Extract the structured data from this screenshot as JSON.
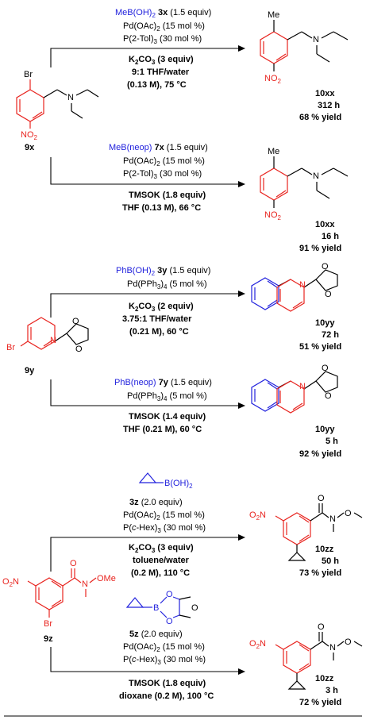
{
  "reactions": [
    {
      "id": "r1",
      "boron": {
        "name": "MeB(OH)",
        "sub": "2",
        "code": "3x",
        "equiv": "(1.5 equiv)"
      },
      "reagents": [
        {
          "pre": "Pd(OAc)",
          "sub": "2",
          "post": " (15 mol %)"
        },
        {
          "pre": "P(2-Tol)",
          "sub": "3",
          "post": " (30 mol %)"
        }
      ],
      "conditions": [
        {
          "pre": "K",
          "sub": "2",
          "mid": "CO",
          "sub2": "3",
          "post": " (3 equiv)"
        },
        {
          "text": "9:1 THF/water"
        },
        {
          "text": "(0.13 M), 75 °C"
        }
      ],
      "product": {
        "code": "10xx",
        "time": "312 h",
        "yield": "68 % yield"
      }
    },
    {
      "id": "r2",
      "boron": {
        "name": "MeB(neop)",
        "code": "7x",
        "equiv": "(1.5 equiv)"
      },
      "reagents": [
        {
          "pre": "Pd(OAc)",
          "sub": "2",
          "post": " (15 mol %)"
        },
        {
          "pre": "P(2-Tol)",
          "sub": "3",
          "post": " (30 mol %)"
        }
      ],
      "conditions": [
        {
          "text": "TMSOK (1.8 equiv)"
        },
        {
          "text": "THF (0.13 M), 66 °C"
        }
      ],
      "product": {
        "code": "10xx",
        "time": "16 h",
        "yield": "91 % yield"
      }
    },
    {
      "id": "r3",
      "boron": {
        "name": "PhB(OH)",
        "sub": "2",
        "code": "3y",
        "equiv": "(1.5 equiv)"
      },
      "reagents": [
        {
          "pre": "Pd(PPh",
          "sub": "3",
          "post": ")",
          "sub2": "4",
          "post2": " (5 mol %)"
        }
      ],
      "conditions": [
        {
          "pre": "K",
          "sub": "2",
          "mid": "CO",
          "sub2": "3",
          "post": " (2 equiv)"
        },
        {
          "text": "3.75:1 THF/water"
        },
        {
          "text": "(0.21 M), 60 °C"
        }
      ],
      "product": {
        "code": "10yy",
        "time": "72 h",
        "yield": "51 % yield"
      }
    },
    {
      "id": "r4",
      "boron": {
        "name": "PhB(neop)",
        "code": "7y",
        "equiv": "(1.5 equiv)"
      },
      "reagents": [
        {
          "pre": "Pd(PPh",
          "sub": "3",
          "post": ")",
          "sub2": "4",
          "post2": " (5 mol %)"
        }
      ],
      "conditions": [
        {
          "text": "TMSOK (1.4 equiv)"
        },
        {
          "text": "THF (0.21 M), 60 °C"
        }
      ],
      "product": {
        "code": "10yy",
        "time": "5 h",
        "yield": "92 % yield"
      }
    },
    {
      "id": "r5",
      "boron": {
        "label": "B(OH)",
        "sub": "2",
        "code": "3z",
        "equiv": "(2.0 equiv)"
      },
      "reagents": [
        {
          "pre": "Pd(OAc)",
          "sub": "2",
          "post": " (15 mol %)"
        },
        {
          "pre": "P(",
          "ital": "c",
          "post": "-Hex)",
          "sub2": "3",
          "post2": " (30 mol %)"
        }
      ],
      "conditions": [
        {
          "pre": "K",
          "sub": "2",
          "mid": "CO",
          "sub2": "3",
          "post": " (3 equiv)"
        },
        {
          "text": "toluene/water"
        },
        {
          "text": "(0.2 M), 110 °C"
        }
      ],
      "product": {
        "code": "10zz",
        "time": "50 h",
        "yield": "73 % yield"
      }
    },
    {
      "id": "r6",
      "boron": {
        "code": "5z",
        "equiv": "(2.0 equiv)"
      },
      "reagents": [
        {
          "pre": "Pd(OAc)",
          "sub": "2",
          "post": " (15 mol %)"
        },
        {
          "pre": "P(",
          "ital": "c",
          "post": "-Hex)",
          "sub2": "3",
          "post2": " (30 mol %)"
        }
      ],
      "conditions": [
        {
          "text": "TMSOK (1.8 equiv)"
        },
        {
          "text": "dioxane (0.2 M), 100 °C"
        }
      ],
      "product": {
        "code": "10zz",
        "time": "3 h",
        "yield": "72 % yield"
      }
    }
  ],
  "substrates": {
    "s9x": {
      "code": "9x",
      "halogen": "Br",
      "nitro": "NO",
      "nitro_sub": "2",
      "n": "N"
    },
    "s9y": {
      "code": "9y",
      "halogen": "Br",
      "n": "N",
      "o1": "O",
      "o2": "O"
    },
    "s9z": {
      "code": "9z",
      "halogen": "Br",
      "nitro": "O",
      "nitro_post": "N",
      "nitro_sub": "2",
      "carbonyl_o": "O",
      "n": "N",
      "ome": "OMe"
    }
  },
  "atoms": {
    "me": "Me",
    "n": "N",
    "o": "O",
    "no": "NO",
    "no_sub": "2",
    "b": "B"
  },
  "colors": {
    "reagent_blue": "#2222dd",
    "substrate_red": "#e8241f",
    "text": "#000000"
  }
}
